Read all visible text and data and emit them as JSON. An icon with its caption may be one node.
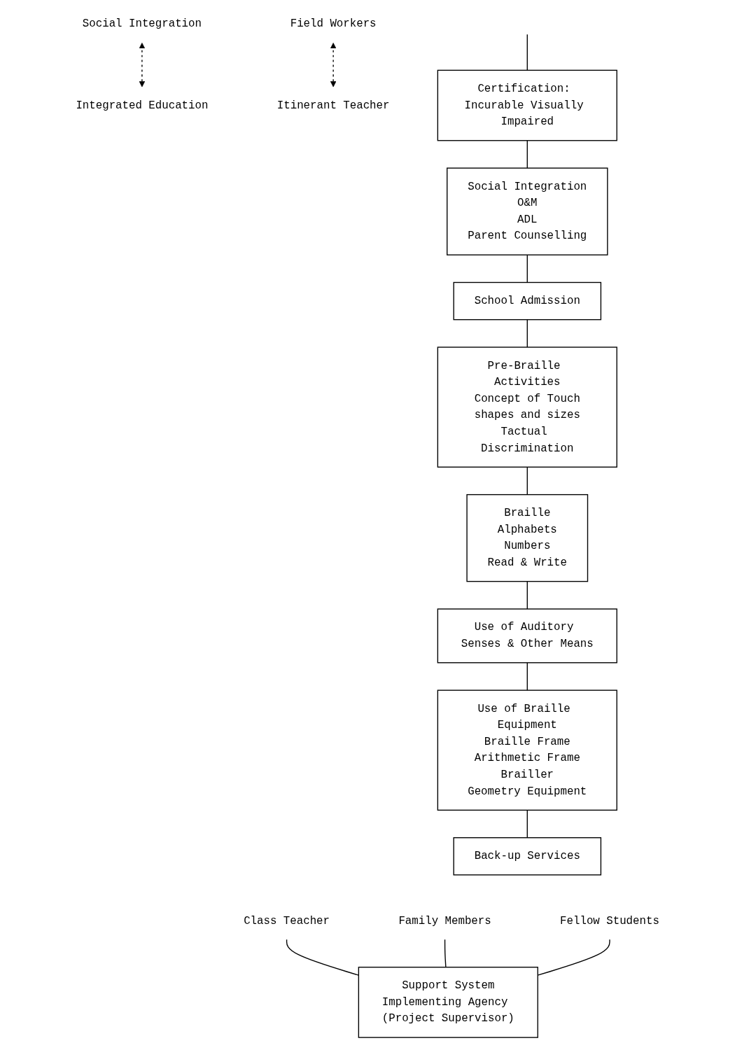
{
  "diagram": {
    "nodes": [
      {
        "text": [
          "Social Integration"
        ]
      },
      {
        "text": [
          "Integrated Education"
        ]
      },
      {
        "text": [
          "Field Workers"
        ]
      },
      {
        "text": [
          "Itinerant Teacher"
        ]
      },
      {
        "text": [
          "Certification: Incurable Visually Impaired"
        ]
      },
      {
        "text": [
          "Social Integration",
          "O&M",
          "ADL",
          "Parent Counselling"
        ]
      },
      {
        "text": [
          "School Admission"
        ]
      },
      {
        "text": [
          "Pre-Braille Activities",
          "Concept of Touch",
          "shapes and sizes",
          "Tactual Discrimination"
        ]
      },
      {
        "text": [
          "Braille",
          "Alphabets",
          "Numbers",
          "Read & Write"
        ]
      },
      {
        "text": [
          "Use of Auditory Senses & Other Means"
        ]
      },
      {
        "text": [
          "Use of Braille Equipment",
          "Braille Frame",
          "Arithmetic Frame",
          "Brailler",
          "Geometry Equipment"
        ]
      },
      {
        "text": [
          "Back-up Services"
        ]
      },
      {
        "text": [
          "Class Teacher"
        ]
      },
      {
        "text": [
          "Family Members"
        ]
      },
      {
        "text": [
          "Fellow Students"
        ]
      },
      {
        "text": [
          "Support System",
          "Implementing Agency (Project Supervisor)"
        ]
      }
    ],
    "edges": [
      {
        "from": 0,
        "to": 1,
        "arrow": "both",
        "style": "dashed"
      },
      {
        "from": 2,
        "to": 3,
        "arrow": "both",
        "style": "dashed"
      },
      {
        "from": null,
        "to": 4,
        "arrow": "none"
      },
      {
        "from": 4,
        "to": 5,
        "arrow": "none"
      },
      {
        "from": 5,
        "to": 6,
        "arrow": "none"
      },
      {
        "from": 6,
        "to": 7,
        "arrow": "none"
      },
      {
        "from": 7,
        "to": 8,
        "arrow": "none"
      },
      {
        "from": 8,
        "to": 9,
        "arrow": "none"
      },
      {
        "from": 9,
        "to": 10,
        "arrow": "none"
      },
      {
        "from": 10,
        "to": 11,
        "arrow": "none"
      },
      {
        "from": 12,
        "to": 15,
        "arrow": "none"
      },
      {
        "from": 13,
        "to": 15,
        "arrow": "none"
      },
      {
        "from": 14,
        "to": 15,
        "arrow": "none"
      }
    ]
  }
}
